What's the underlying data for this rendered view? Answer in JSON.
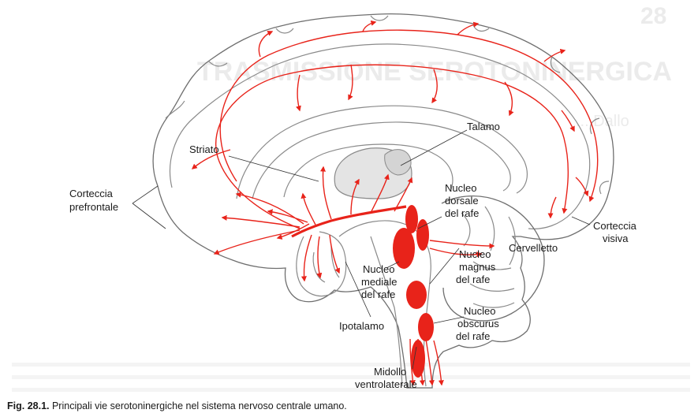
{
  "diagram": {
    "labels": {
      "talamo": "Talamo",
      "striato": "Striato",
      "corteccia_prefrontale": [
        "Corteccia",
        "prefrontale"
      ],
      "nucleo_dorsale": [
        "Nucleo",
        "dorsale",
        "del rafe"
      ],
      "corteccia_visiva": [
        "Corteccia",
        "visiva"
      ],
      "cervelletto": "Cervelletto",
      "nucleo_mediale": [
        "Nucleo",
        "mediale",
        "del rafe"
      ],
      "nucleo_magnus": [
        "Nucleo",
        "magnus",
        "del rafe"
      ],
      "nucleo_obscurus": [
        "Nucleo",
        "obscurus",
        "del rafe"
      ],
      "ipotalamo": "Ipotalamo",
      "midollo": [
        "Midollo",
        "ventrolaterale"
      ]
    },
    "colors": {
      "pathway": "#e8231a",
      "outline": "#8a8a8a",
      "ghost_text": "#dcdcdc"
    }
  },
  "background_text": {
    "page_number": "28",
    "heading_line1": "TRASMISSIONE SEROTONINERGICA",
    "heading_line2": "... Dallo"
  },
  "caption": {
    "fig_number": "Fig. 28.1.",
    "text": " Principali vie serotoninergiche nel sistema nervoso centrale umano."
  }
}
